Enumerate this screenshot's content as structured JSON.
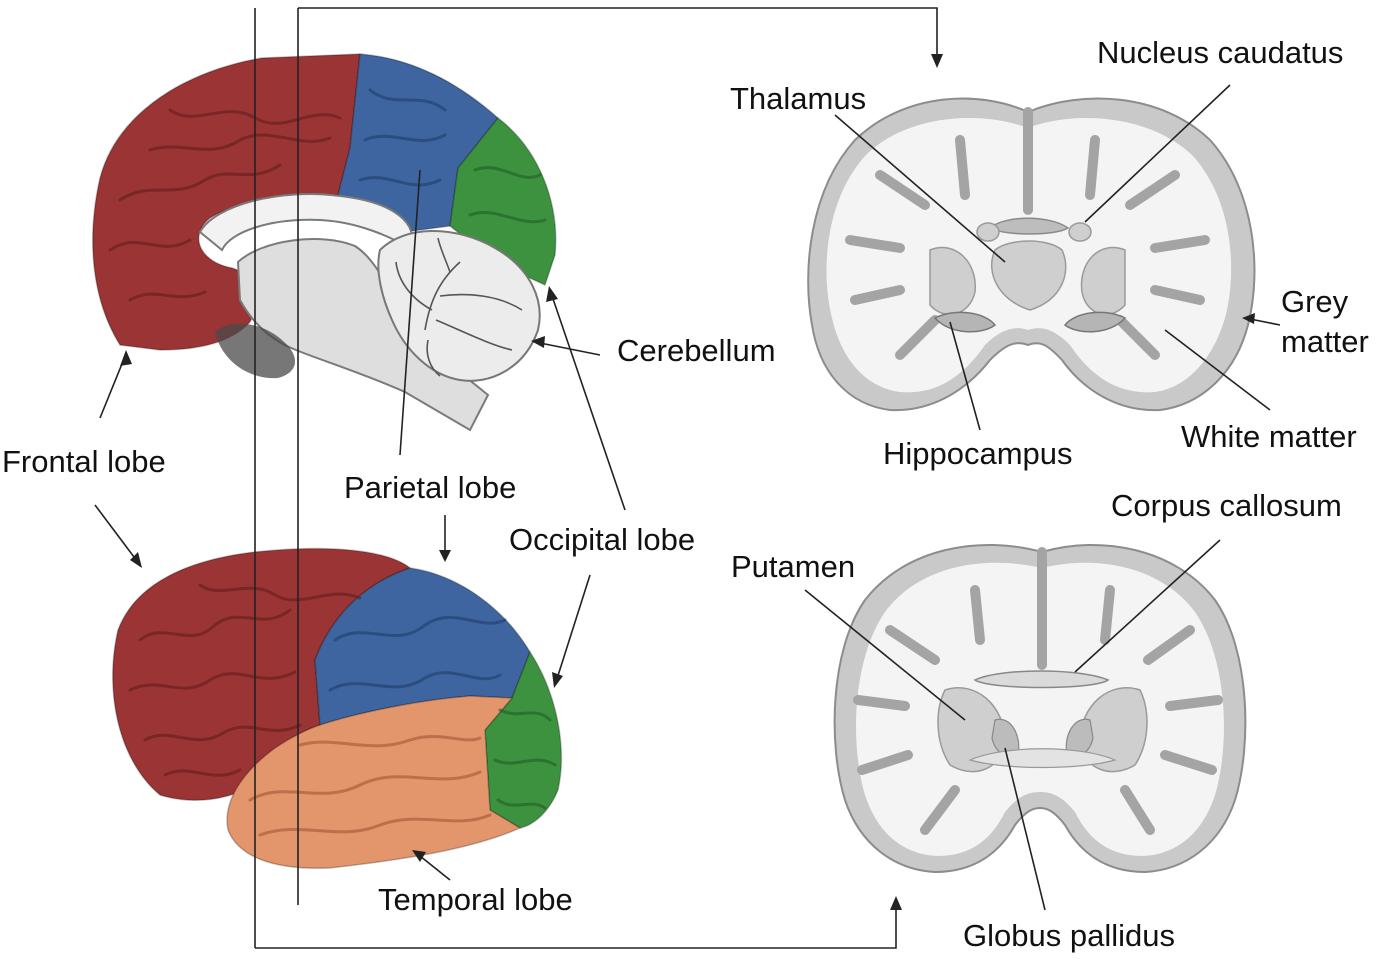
{
  "labels": {
    "frontal_lobe": "Frontal lobe",
    "parietal_lobe": "Parietal lobe",
    "occipital_lobe": "Occipital lobe",
    "temporal_lobe": "Temporal lobe",
    "cerebellum": "Cerebellum",
    "thalamus": "Thalamus",
    "nucleus_caudatus": "Nucleus caudatus",
    "grey_matter_line1": "Grey",
    "grey_matter_line2": "matter",
    "white_matter": "White matter",
    "hippocampus": "Hippocampus",
    "corpus_callosum": "Corpus callosum",
    "putamen": "Putamen",
    "globus_pallidus": "Globus pallidus"
  },
  "colors": {
    "frontal": "#9b3434",
    "parietal": "#3f65a0",
    "occipital": "#3c923f",
    "temporal": "#e3956b",
    "grey_matter": "#c9c9c9",
    "white_matter": "#f4f4f4"
  }
}
